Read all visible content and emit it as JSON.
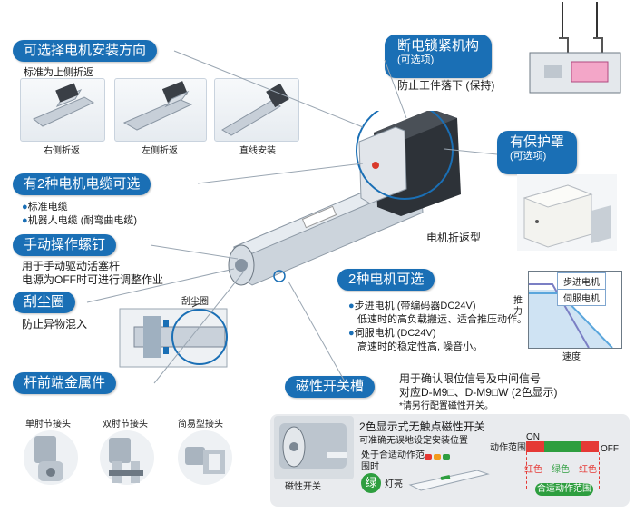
{
  "top_left": {
    "title": "可选择电机安装方向",
    "note": "标准为上侧折返",
    "options": [
      "右侧折返",
      "左侧折返",
      "直线安装"
    ]
  },
  "cable": {
    "title": "有2种电机电缆可选",
    "items": [
      "标准电缆",
      "机器人电缆 (耐弯曲电缆)"
    ]
  },
  "manual": {
    "title": "手动操作螺钉",
    "desc1": "用于手动驱动活塞杆",
    "desc2": "电源为OFF时可进行调整作业"
  },
  "scraper": {
    "title": "刮尘圈",
    "desc": "防止异物混入",
    "callout": "刮尘圈"
  },
  "rodend": {
    "title": "杆前端金属件",
    "options": [
      "单肘节接头",
      "双肘节接头",
      "简易型接头"
    ]
  },
  "brake": {
    "title": "断电锁紧机构",
    "sub": "(可选项)",
    "desc": "防止工件落下 (保持)"
  },
  "cover": {
    "title": "有保护罩",
    "sub": "(可选项)"
  },
  "motor_fold": "电机折返型",
  "motor": {
    "title": "2种电机可选",
    "item1": "步进电机 (带编码器DC24V)",
    "item1_desc": "低速时的高负载搬运、适合推压动作。",
    "item2": "伺服电机 (DC24V)",
    "item2_desc": "高速时的稳定性高, 噪音小。"
  },
  "chart_data": {
    "type": "line",
    "xlabel": "速度",
    "ylabel": "推力",
    "series": [
      {
        "name": "步进电机",
        "color": "#7b7fc4"
      },
      {
        "name": "伺服电机",
        "color": "#5aa6dc"
      }
    ]
  },
  "switch": {
    "title": "磁性开关槽",
    "desc1": "用于确认限位信号及中间信号",
    "desc2": "对应D-M9□、D-M9□W (2色显示)",
    "note": "*请另行配置磁性开关。"
  },
  "twocolor": {
    "title": "2色显示式无触点磁性开关",
    "sub": "可准确无误地设定安装位置",
    "range_note1": "处于合适动作范",
    "range_note2": "围时",
    "green": "绿",
    "lit": "灯亮",
    "switch_label": "磁性开关",
    "on": "ON",
    "off": "OFF",
    "range": "动作范围",
    "red": "红色",
    "green_c": "绿色",
    "proper": "合适动作范围"
  },
  "colors": {
    "accent": "#1a6fb5",
    "red": "#e53935",
    "green": "#2e9e3f"
  }
}
